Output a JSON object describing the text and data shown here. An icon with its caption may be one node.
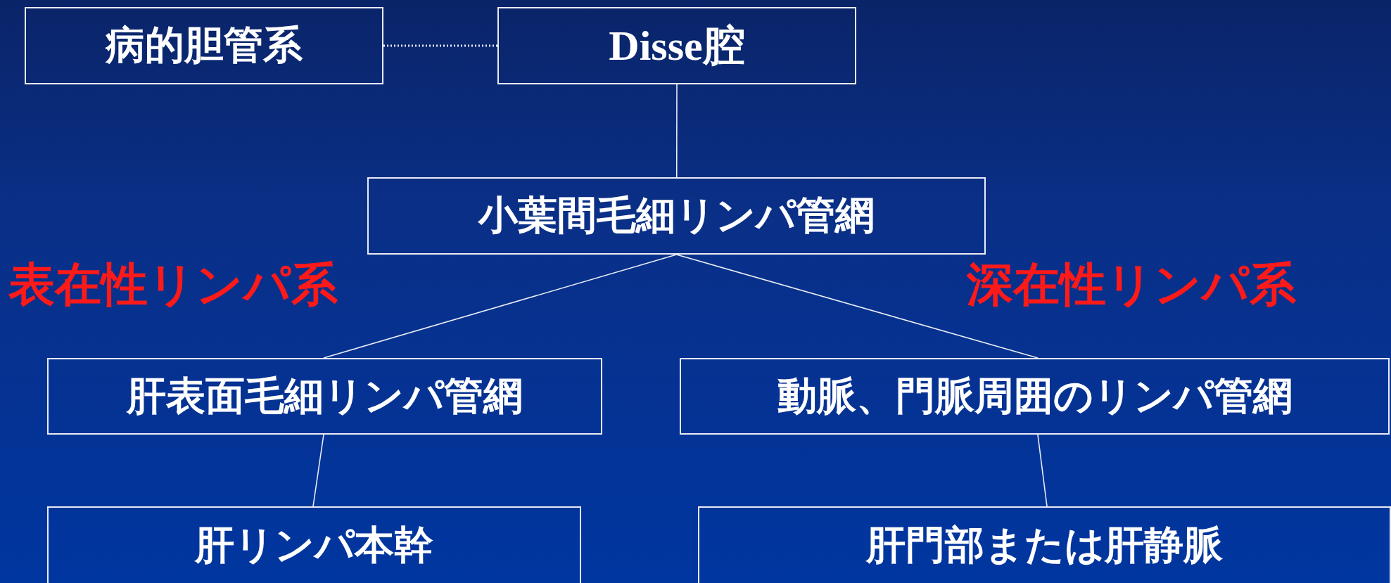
{
  "diagram": {
    "nodes": [
      {
        "text": [
          "病的胆管系"
        ]
      },
      {
        "text": [
          "Disse腔"
        ]
      },
      {
        "text": [
          "小葉間毛細リンパ管網"
        ]
      },
      {
        "text": [
          "肝表面毛細リンパ管網"
        ]
      },
      {
        "text": [
          "動脈、門脈周囲のリンパ管網"
        ]
      },
      {
        "text": [
          "肝リンパ本幹"
        ]
      },
      {
        "text": [
          "肝門部または肝静脈"
        ]
      }
    ],
    "edges": [
      {
        "from": 0,
        "to": 1,
        "arrow": "none",
        "style": "dashed"
      },
      {
        "from": 1,
        "to": 2,
        "arrow": "none"
      },
      {
        "from": 2,
        "to": 3,
        "arrow": "none"
      },
      {
        "from": 2,
        "to": 4,
        "arrow": "none"
      },
      {
        "from": 3,
        "to": 5,
        "arrow": "none"
      },
      {
        "from": 4,
        "to": 6,
        "arrow": "none"
      }
    ],
    "labels": [
      "表在性リンパ系",
      "深在性リンパ系"
    ]
  }
}
